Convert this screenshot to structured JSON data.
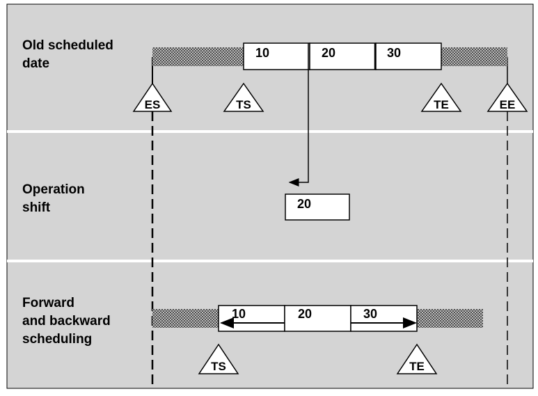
{
  "sections": {
    "top": {
      "label_lines": [
        "Old scheduled",
        "date"
      ]
    },
    "middle": {
      "label_lines": [
        "Operation",
        "shift"
      ]
    },
    "bottom": {
      "label_lines": [
        "Forward",
        "and backward",
        "scheduling"
      ]
    }
  },
  "top_operations": [
    "10",
    "20",
    "30"
  ],
  "shifted_operation": "20",
  "bottom_operations": [
    "10",
    "20",
    "30"
  ],
  "top_markers": [
    "ES",
    "TS",
    "TE",
    "EE"
  ],
  "bottom_markers": [
    "TS",
    "TE"
  ],
  "colors": {
    "panel": "#d4d4d4",
    "divider": "#ffffff",
    "hatch_dark": "#4d4d4d",
    "hatch_light": "#bdbdbd"
  }
}
